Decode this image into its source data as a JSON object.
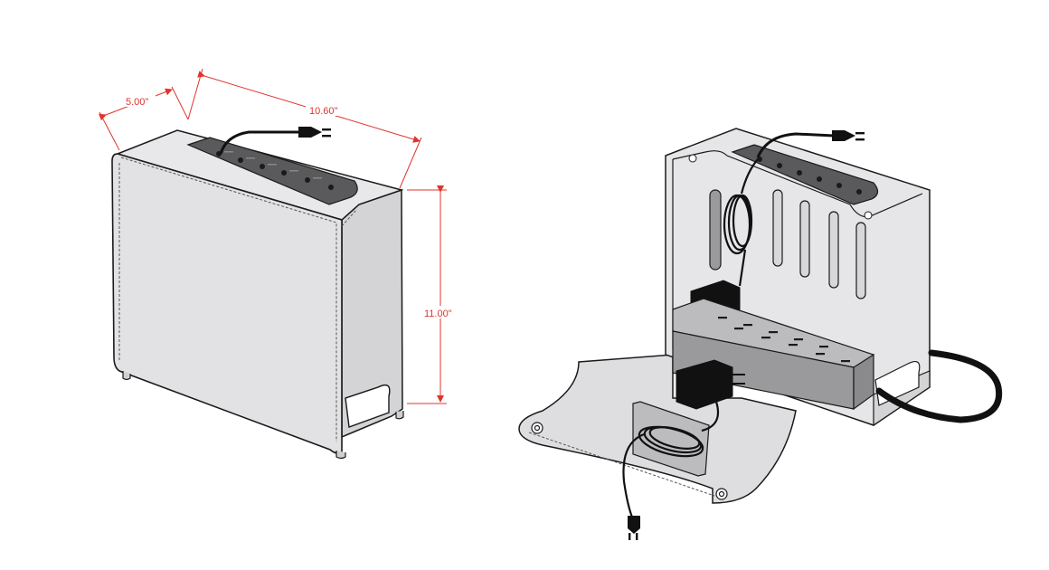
{
  "dimensions": {
    "depth": "5.00\"",
    "width": "10.60\"",
    "height": "11.00\""
  },
  "colors": {
    "dimension_line": "#e0342c",
    "body_fill": "#e4e4e6",
    "body_side": "#d0d0d2",
    "outline": "#1a1a1a",
    "strip_fill": "#5a5a5c",
    "cord": "#111111",
    "tray_front": "#9a9a9c",
    "tray_top": "#bcbcbe",
    "flap_fill": "#dcdcde"
  }
}
